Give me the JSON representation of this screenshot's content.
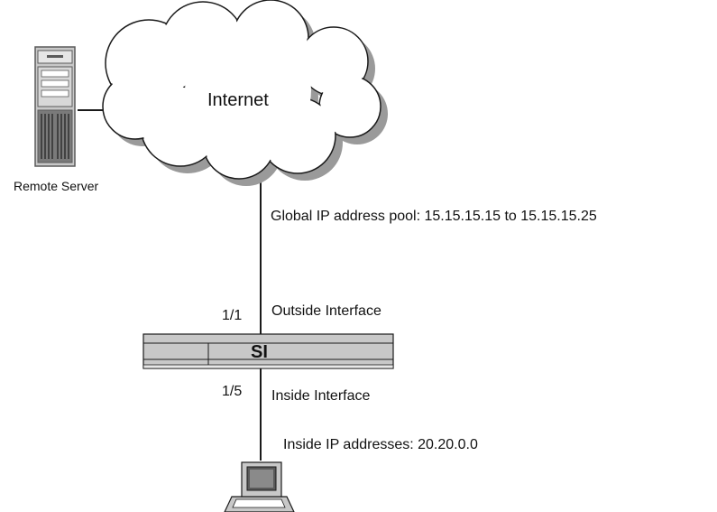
{
  "cloud": {
    "label": "Internet"
  },
  "server": {
    "label": "Remote Server"
  },
  "pool": {
    "label": "Global IP address pool: 15.15.15.15 to 15.15.15.25"
  },
  "switch": {
    "label": "SI",
    "outside_port": "1/1",
    "outside_label": "Outside Interface",
    "inside_port": "1/5",
    "inside_label": "Inside Interface"
  },
  "host": {
    "label": "Inside IP addresses: 20.20.0.0"
  },
  "colors": {
    "line": "#1a1a1a",
    "cloud_fill": "#ffffff",
    "cloud_shadow": "#9a9a9a",
    "device_gray": "#c8c8c8",
    "device_dark": "#5a5a5a"
  },
  "icons": [
    "cloud-icon",
    "server-icon",
    "switch-icon",
    "workstation-icon"
  ]
}
